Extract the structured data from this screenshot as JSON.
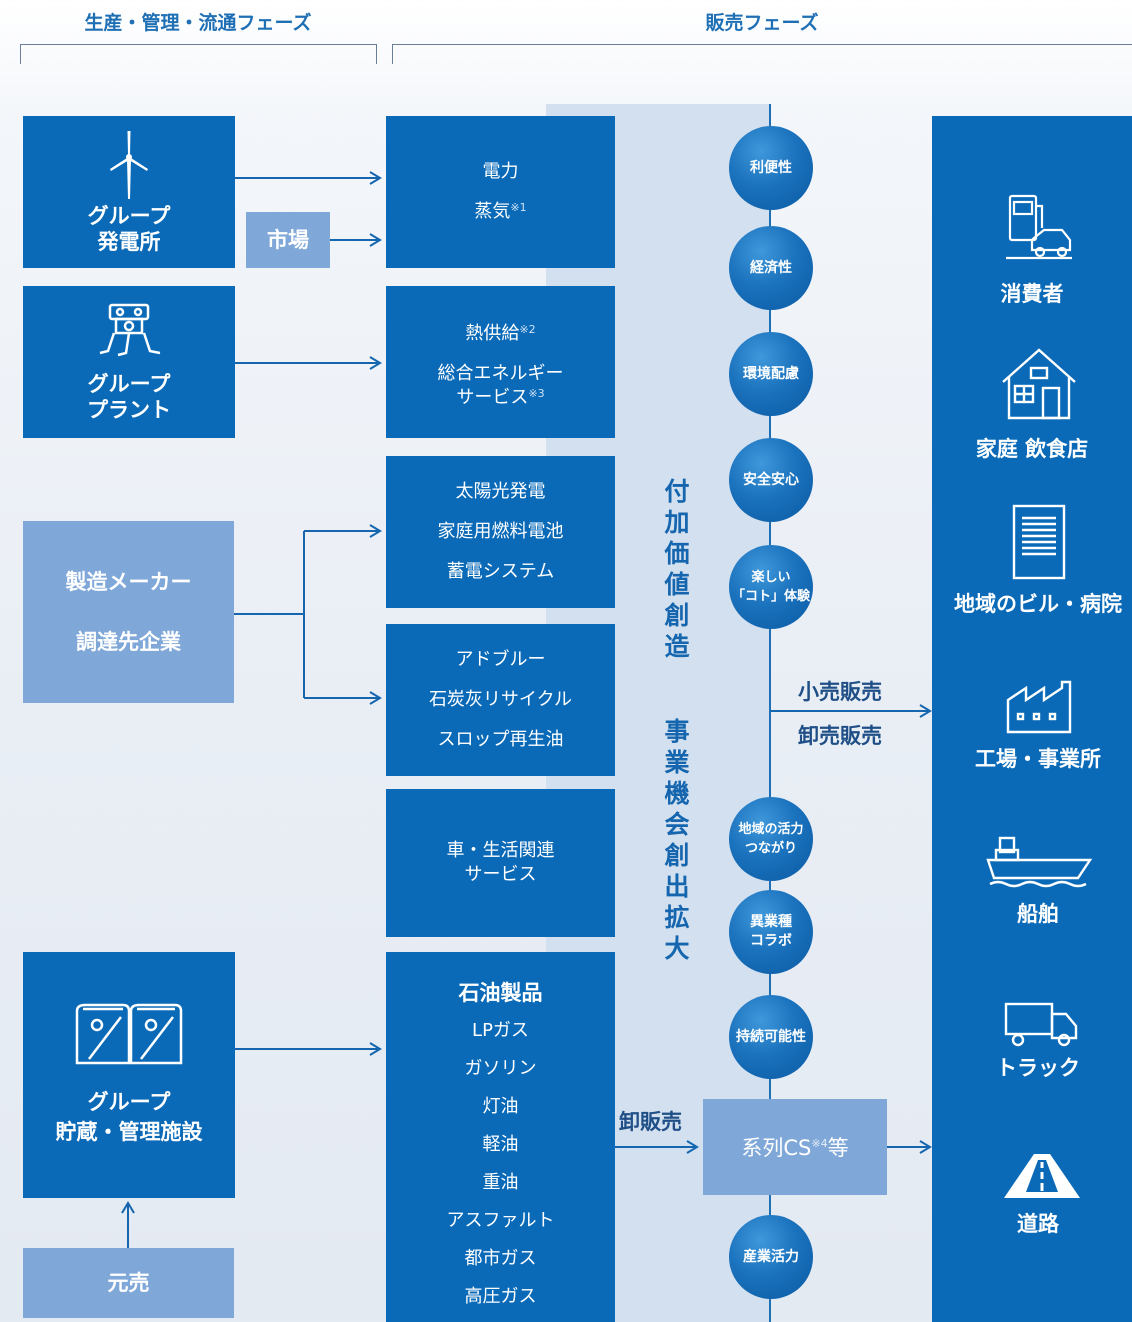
{
  "phases": {
    "production": "生産・管理・流通フェーズ",
    "sales": "販売フェーズ"
  },
  "left": {
    "power_plant": "グループ\n発電所",
    "market": "市場",
    "plant": "グループ\nプラント",
    "manufacturer_1": "製造メーカー",
    "manufacturer_2": "調達先企業",
    "storage": "グループ\n貯蔵・管理施設",
    "wholesaler": "元売"
  },
  "middle": {
    "box1": [
      "電力",
      "蒸気"
    ],
    "box1_notes": [
      "",
      "※1"
    ],
    "box2_a": "熱供給",
    "box2_a_note": "※2",
    "box2_b": "総合エネルギー",
    "box2_c": "サービス",
    "box2_c_note": "※3",
    "box3": [
      "太陽光発電",
      "家庭用燃料電池",
      "蓄電システム"
    ],
    "box4": [
      "アドブルー",
      "石炭灰リサイクル",
      "スロップ再生油"
    ],
    "box5": [
      "車・生活関連",
      "サービス"
    ],
    "box6_title": "石油製品",
    "box6": [
      "LPガス",
      "ガソリン",
      "灯油",
      "軽油",
      "重油",
      "アスファルト",
      "都市ガス",
      "高圧ガス"
    ]
  },
  "value_lane": {
    "upper": "付加価値創造",
    "lower": "事業機会創出拡大"
  },
  "bubbles": [
    "利便性",
    "経済性",
    "環境配慮",
    "安全安心",
    "楽しい\n「コト」体験",
    "地域の活力\nつながり",
    "異業種\nコラボ",
    "持続可能性",
    "産業活力"
  ],
  "flows": {
    "retail": "小売販売",
    "wholesale": "卸売販売",
    "wholesale_sales": "卸販売",
    "cs_label": "系列CS",
    "cs_note": "※4",
    "cs_suffix": "等"
  },
  "customers": [
    "消費者",
    "家庭 飲食店",
    "地域のビル・病院",
    "工場・事業所",
    "船舶",
    "トラック",
    "道路"
  ],
  "icons": [
    "wind-turbine-icon",
    "plant-icon",
    "storage-tank-icon",
    "consumer-icon",
    "house-icon",
    "building-icon",
    "factory-icon",
    "ship-icon",
    "truck-icon",
    "road-icon"
  ],
  "colors": {
    "dark_blue": "#0a6ab8",
    "light_blue": "#7fa8d9",
    "lane": "#d3e0ef",
    "phase_text": "#1f6fb5"
  }
}
